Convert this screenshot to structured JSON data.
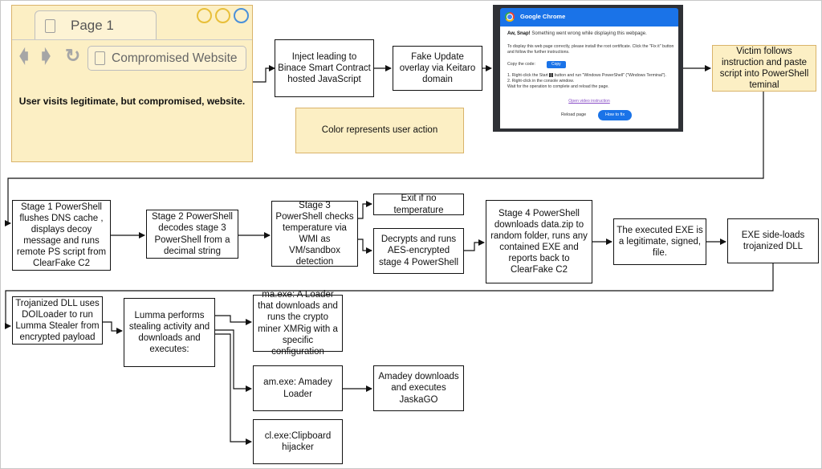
{
  "browser": {
    "tab_title": "Page 1",
    "address": "Compromised Website",
    "caption": "User visits legitimate, but compromised, website.",
    "dot_colors": [
      "#e8bf3a",
      "#e8bf3a",
      "#4a90d9"
    ]
  },
  "chrome_popup": {
    "app_name": "Google Chrome",
    "headline_bold": "Aw, Snap!",
    "headline_rest": " Something went wrong while displaying this webpage.",
    "description": "To display this web page correctly, please install the root certificate. Click the \"Fix it\" button and follow the further instructions.",
    "copy_label": "Copy the code:",
    "copy_button": "Copy",
    "step1_a": "1. Right-click the Start",
    "step1_b": "button and run \"Windows PowerShell\" (\"Windows Terminal\").",
    "step2": "2. Right-click in the console window.",
    "step3": "Wait for the operation to complete and reload the page.",
    "link": "Open video instruction",
    "reload_label": "Reload page",
    "fix_button": "How to fix"
  },
  "nodes": {
    "inject": "Inject leading to Binace Smart Contract hosted JavaScript",
    "fake_update": "Fake Update overlay via Keitaro domain",
    "legend": "Color represents user action",
    "victim": "Victim follows instruction and paste script into PowerShell teminal",
    "stage1": "Stage 1 PowerShell flushes DNS cache , displays decoy message and runs remote PS script from ClearFake C2",
    "stage2": "Stage 2 PowerShell decodes stage 3 PowerShell from a decimal string",
    "stage3": "Stage 3 PowerShell checks temperature via WMI as VM/sandbox detection",
    "exit_temp": "Exit if no temperature",
    "decrypt": "Decrypts and runs AES-encrypted stage 4 PowerShell",
    "stage4": "Stage 4 PowerShell downloads data.zip to random folder, runs any contained EXE and reports back to ClearFake C2",
    "exe_legit": "The executed EXE is a legitimate, signed, file.",
    "exe_sideload": "EXE side-loads trojanized DLL",
    "dll": "Trojanized DLL uses DOILoader to run Lumma Stealer from encrypted payload",
    "lumma": "Lumma performs stealing activity and downloads and executes:",
    "ma_exe": "ma.exe: A Loader that downloads and runs the crypto miner XMRig with a specific configuration",
    "am_exe": "am.exe: Amadey Loader",
    "amadey_dl": "Amadey downloads and executes JaskaGO",
    "cl_exe": "cl.exe:Clipboard hijacker"
  }
}
